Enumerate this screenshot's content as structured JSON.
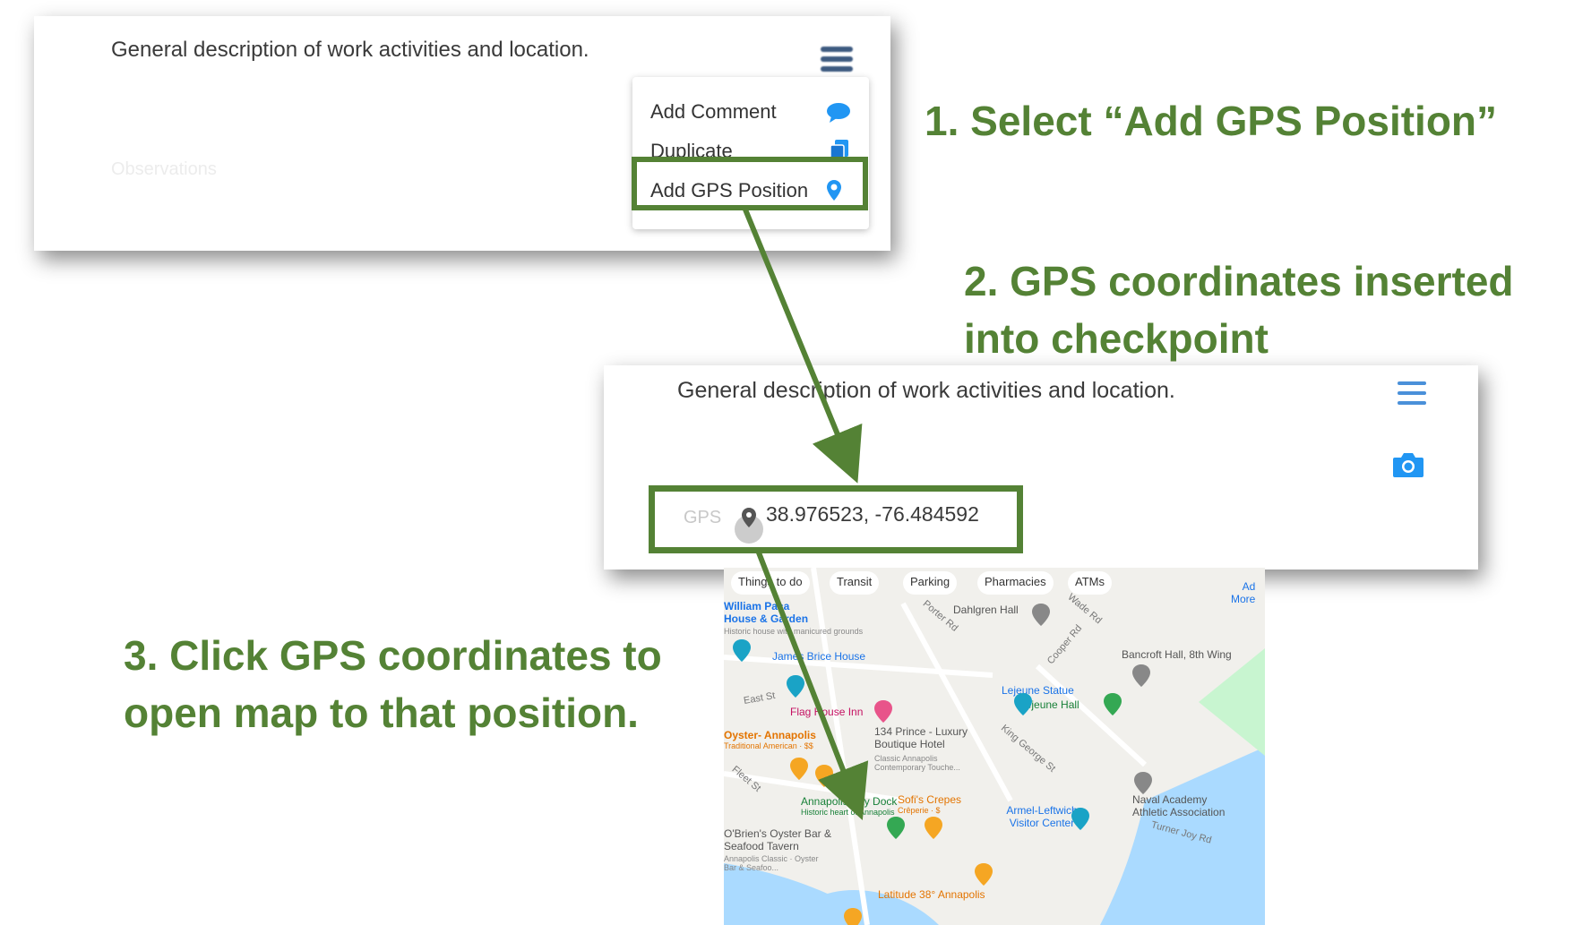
{
  "panel1": {
    "description": "General description of work activities and location.",
    "observations_placeholder": "Observations",
    "menu": {
      "items": [
        {
          "label": "Add Comment",
          "icon": "comment-icon"
        },
        {
          "label": "Duplicate",
          "icon": "copy-icon"
        },
        {
          "label": "Add GPS Position",
          "icon": "location-pin-icon"
        }
      ]
    }
  },
  "panel2": {
    "description": "General description of work activities and location.",
    "gps_label": "GPS",
    "gps_coords": "38.976523, -76.484592"
  },
  "steps": {
    "step1": "1. Select “Add GPS Position”",
    "step2": "2. GPS coordinates inserted into checkpoint",
    "step3": "3. Click GPS coordinates to open map to that position."
  },
  "map": {
    "chips": [
      "Things to do",
      "Transit",
      "Parking",
      "Pharmacies",
      "ATMs"
    ],
    "ad_more": "Ad\nMore",
    "places": [
      {
        "name": "William Paca House & Garden",
        "sub": "Historic house with manicured grounds"
      },
      {
        "name": "James Brice House"
      },
      {
        "name": "Flag House Inn"
      },
      {
        "name": "Dahlgren Hall"
      },
      {
        "name": "Bancroft Hall, 8th Wing"
      },
      {
        "name": "Lejeune Statue"
      },
      {
        "name": "Lejeune Hall"
      },
      {
        "name": "134 Prince - Luxury Boutique Hotel",
        "sub": "Classic Annapolis Contemporary Touche..."
      },
      {
        "name": "Oyster- Annapolis",
        "sub": "Traditional American · $$"
      },
      {
        "name": "Annapolis City Dock",
        "sub": "Historic heart of Annapolis"
      },
      {
        "name": "Sofi's Crepes",
        "sub": "Crêperie · $"
      },
      {
        "name": "Armel-Leftwich Visitor Center"
      },
      {
        "name": "Naval Academy Athletic Association"
      },
      {
        "name": "O'Brien's Oyster Bar & Seafood Tavern",
        "sub": "Annapolis Classic · Oyster Bar & Seafoo..."
      },
      {
        "name": "Latitude 38° Annapolis"
      }
    ],
    "roads": [
      "Porter Rd",
      "Cooper Rd",
      "East St",
      "King George St",
      "Fleet St",
      "Turner Joy Rd",
      "Wade Rd"
    ]
  },
  "colors": {
    "accent_green": "#548235",
    "icon_blue": "#4a90d9"
  }
}
